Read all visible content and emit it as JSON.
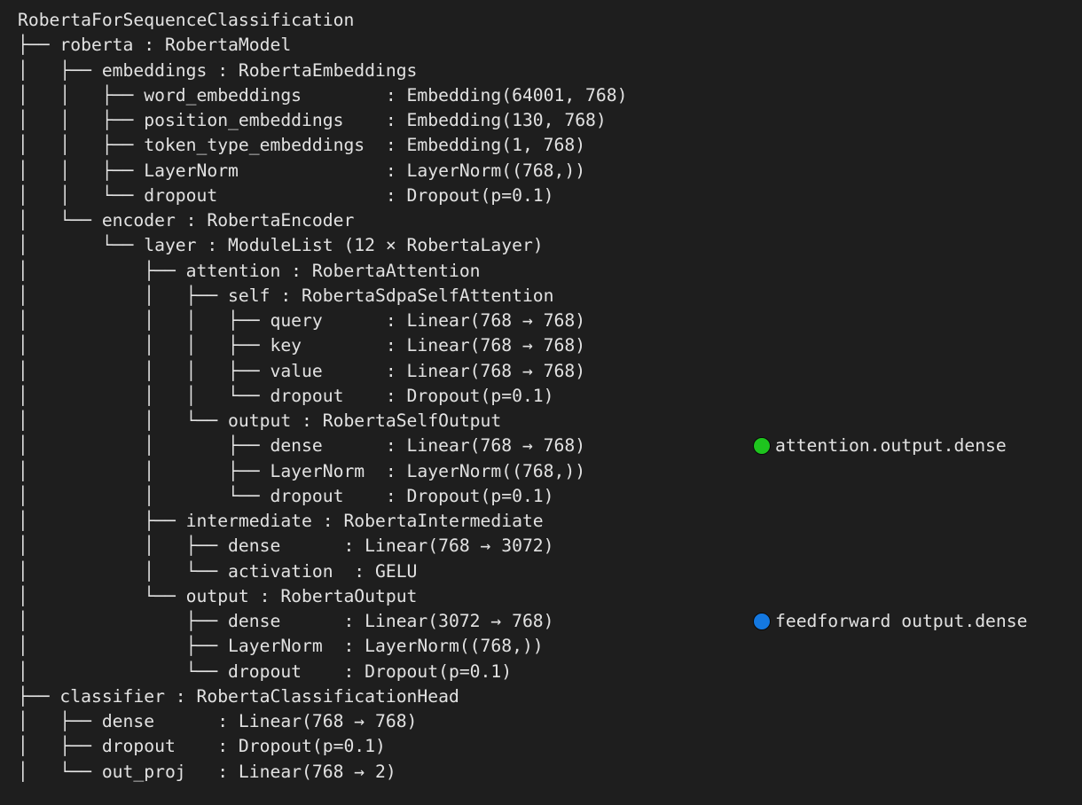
{
  "accent_colors": {
    "attention_marker": "#1ec41e",
    "feedforward_marker": "#1478e0"
  },
  "tree": [
    {
      "text": "RobertaForSequenceClassification"
    },
    {
      "text": "├── roberta : RobertaModel"
    },
    {
      "text": "│   ├── embeddings : RobertaEmbeddings"
    },
    {
      "text": "│   │   ├── word_embeddings        : Embedding(64001, 768)"
    },
    {
      "text": "│   │   ├── position_embeddings    : Embedding(130, 768)"
    },
    {
      "text": "│   │   ├── token_type_embeddings  : Embedding(1, 768)"
    },
    {
      "text": "│   │   ├── LayerNorm              : LayerNorm((768,))"
    },
    {
      "text": "│   │   └── dropout                : Dropout(p=0.1)"
    },
    {
      "text": "│   └── encoder : RobertaEncoder"
    },
    {
      "text": "│       └── layer : ModuleList (12 × RobertaLayer)"
    },
    {
      "text": "│           ├── attention : RobertaAttention"
    },
    {
      "text": "│           │   ├── self : RobertaSdpaSelfAttention"
    },
    {
      "text": "│           │   │   ├── query      : Linear(768 → 768)"
    },
    {
      "text": "│           │   │   ├── key        : Linear(768 → 768)"
    },
    {
      "text": "│           │   │   ├── value      : Linear(768 → 768)"
    },
    {
      "text": "│           │   │   └── dropout    : Dropout(p=0.1)"
    },
    {
      "text": "│           │   └── output : RobertaSelfOutput"
    },
    {
      "text": "│           │       ├── dense      : Linear(768 → 768)",
      "note": "attention.output.dense",
      "marker": "attention_marker"
    },
    {
      "text": "│           │       ├── LayerNorm  : LayerNorm((768,))"
    },
    {
      "text": "│           │       └── dropout    : Dropout(p=0.1)"
    },
    {
      "text": "│           ├── intermediate : RobertaIntermediate"
    },
    {
      "text": "│           │   ├── dense      : Linear(768 → 3072)"
    },
    {
      "text": "│           │   └── activation  : GELU"
    },
    {
      "text": "│           └── output : RobertaOutput"
    },
    {
      "text": "│               ├── dense      : Linear(3072 → 768)",
      "note": "feedforward output.dense",
      "marker": "feedforward_marker"
    },
    {
      "text": "│               ├── LayerNorm  : LayerNorm((768,))"
    },
    {
      "text": "│               └── dropout    : Dropout(p=0.1)"
    },
    {
      "text": "├── classifier : RobertaClassificationHead"
    },
    {
      "text": "│   ├── dense      : Linear(768 → 768)"
    },
    {
      "text": "│   ├── dropout    : Dropout(p=0.1)"
    },
    {
      "text": "│   └── out_proj   : Linear(768 → 2)"
    }
  ]
}
